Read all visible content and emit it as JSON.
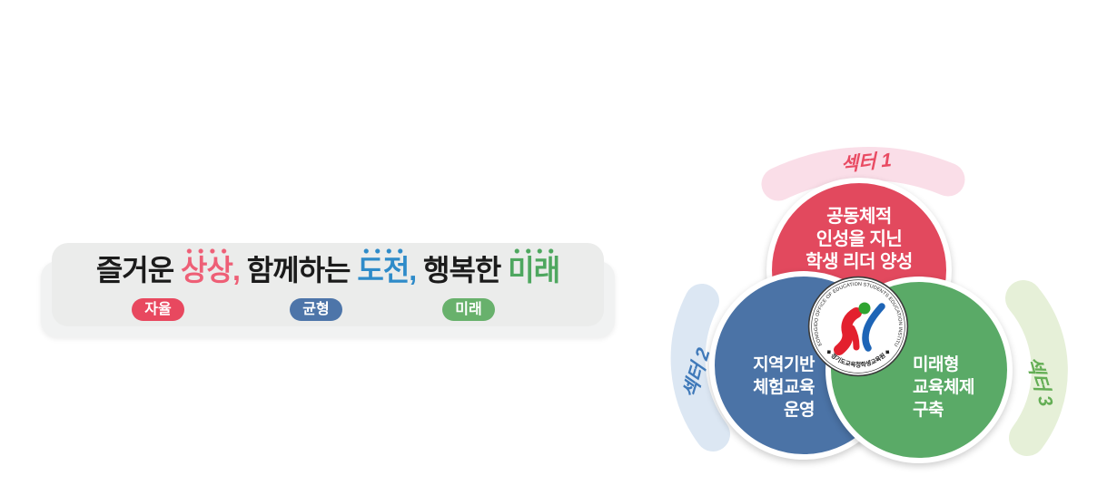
{
  "colors": {
    "banner_background": "#ebeceb",
    "banner_lip": "#f1f2f2",
    "title_black": "#1b1b1b",
    "title_red": "#ee5f76",
    "title_blue": "#2e8bc9",
    "title_green": "#4ea75f",
    "badge_red": "#e8485f",
    "badge_blue": "#4d75a9",
    "badge_green": "#68b16c",
    "circle_red": "#e2495e",
    "circle_blue": "#4b73a6",
    "circle_green": "#5aaa67",
    "arc_pink": "#fadee8",
    "arc_light_blue": "#dce7f3",
    "arc_light_green": "#e6f0d8",
    "sector1_label": "#e94b63",
    "sector2_label": "#3f79b9",
    "sector3_label": "#64ae55"
  },
  "banner": {
    "title_parts": [
      {
        "text": "즐거운 "
      },
      {
        "text": "상상"
      },
      {
        "text": ", "
      },
      {
        "text": "함께하는 "
      },
      {
        "text": "도전"
      },
      {
        "text": ", "
      },
      {
        "text": "행복한 "
      },
      {
        "text": "미래"
      }
    ],
    "badges": [
      {
        "label": "자율"
      },
      {
        "label": "균형"
      },
      {
        "label": "미래"
      }
    ]
  },
  "diagram": {
    "sectors": [
      {
        "label": "섹터 1"
      },
      {
        "label": "섹터 2"
      },
      {
        "label": "섹터 3"
      }
    ],
    "circles": [
      {
        "lines": [
          "공동체적",
          "인성을 지닌",
          "학생 리더 양성"
        ]
      },
      {
        "lines": [
          "지역기반",
          "체험교육",
          "운영"
        ]
      },
      {
        "lines": [
          "미래형",
          "교육체제",
          "구축"
        ]
      }
    ],
    "logo": {
      "ring_text_top": "GYEONGGIDO OFFICE OF EDUCATION STUDENTS EDUCATION INSTITUTE",
      "ring_text_bottom": "◆ 경기도교육청학생교육원 ◆"
    }
  }
}
